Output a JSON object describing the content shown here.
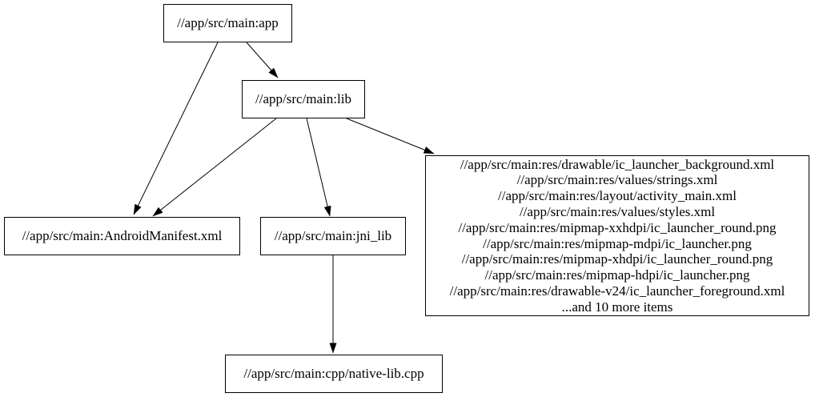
{
  "graph": {
    "colors": {
      "background": "#ffffff",
      "node_fill": "#ffffff",
      "node_border": "#000000",
      "edge": "#000000",
      "text": "#000000"
    },
    "nodes": {
      "app": {
        "label": "//app/src/main:app"
      },
      "lib": {
        "label": "//app/src/main:lib"
      },
      "android_manifest": {
        "label": "//app/src/main:AndroidManifest.xml"
      },
      "jni_lib": {
        "label": "//app/src/main:jni_lib"
      },
      "resources": {
        "lines": [
          "//app/src/main:res/drawable/ic_launcher_background.xml",
          "//app/src/main:res/values/strings.xml",
          "//app/src/main:res/layout/activity_main.xml",
          "//app/src/main:res/values/styles.xml",
          "//app/src/main:res/mipmap-xxhdpi/ic_launcher_round.png",
          "//app/src/main:res/mipmap-mdpi/ic_launcher.png",
          "//app/src/main:res/mipmap-xhdpi/ic_launcher_round.png",
          "//app/src/main:res/mipmap-hdpi/ic_launcher.png",
          "//app/src/main:res/drawable-v24/ic_launcher_foreground.xml",
          "...and 10 more items"
        ]
      },
      "native_lib_cpp": {
        "label": "//app/src/main:cpp/native-lib.cpp"
      }
    },
    "edges": [
      {
        "from": "app",
        "to": "lib"
      },
      {
        "from": "app",
        "to": "android_manifest"
      },
      {
        "from": "lib",
        "to": "android_manifest"
      },
      {
        "from": "lib",
        "to": "jni_lib"
      },
      {
        "from": "lib",
        "to": "resources"
      },
      {
        "from": "jni_lib",
        "to": "native_lib_cpp"
      }
    ]
  }
}
